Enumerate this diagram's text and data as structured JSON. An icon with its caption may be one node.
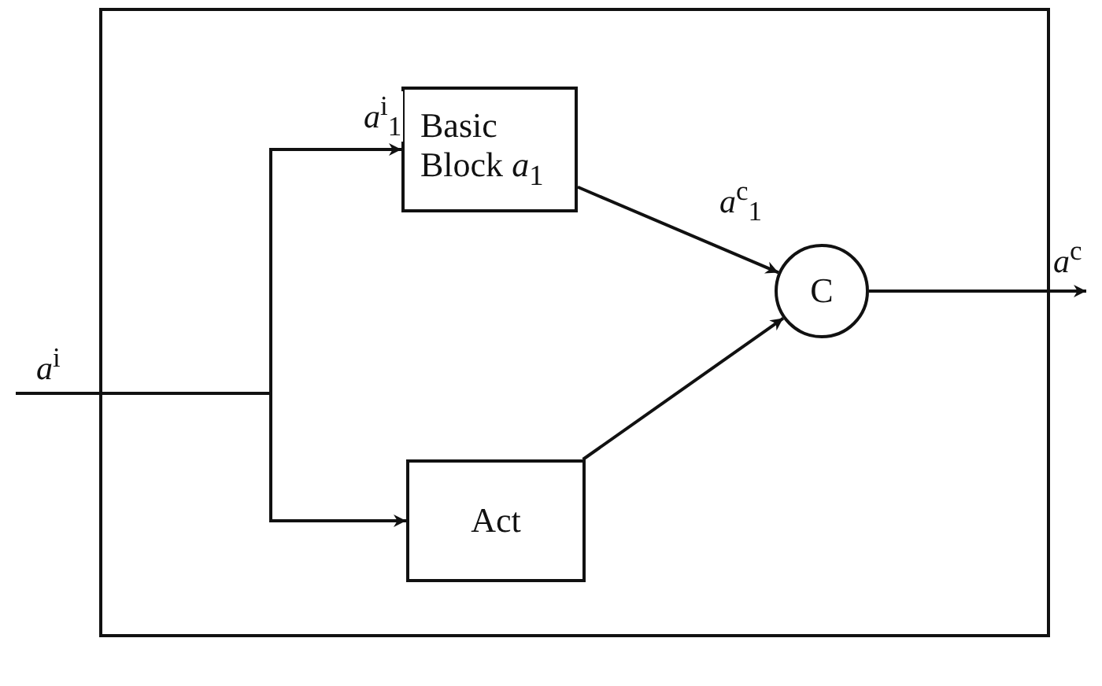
{
  "diagram": {
    "nodes": [
      {
        "text": [],
        "shape": "box"
      },
      {
        "text": [
          "Basic Block *a*$_{1}$"
        ],
        "in": 0
      },
      {
        "text": [
          "Act"
        ],
        "in": 0
      },
      {
        "text": [
          "C"
        ],
        "in": 0
      }
    ],
    "edges": [
      {
        "from": null,
        "to": 1,
        "arrow": "to",
        "label": "*a*$^{i}$$_{1}$"
      },
      {
        "from": null,
        "to": 2,
        "arrow": "to"
      },
      {
        "from": 1,
        "to": 3,
        "arrow": "to",
        "label": "*a*$^{c}$$_{1}$"
      },
      {
        "from": 2,
        "to": 3,
        "arrow": "to"
      },
      {
        "from": 3,
        "to": null,
        "arrow": "to",
        "label": "*a*$^{c}$"
      }
    ],
    "labels": [
      "*a*$^{i}$"
    ]
  }
}
